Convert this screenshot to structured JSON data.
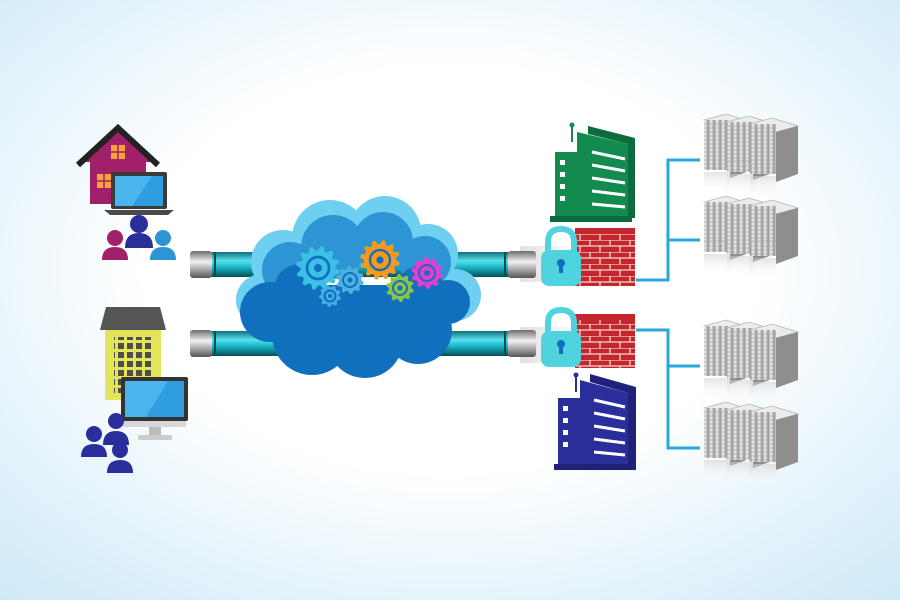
{
  "diagram": {
    "background": {
      "center": "#ffffff",
      "edge": "#cde9f8"
    },
    "colors": {
      "cloud_dark": "#1170bd",
      "cloud_mid": "#2d95d3",
      "cloud_light": "#6fcff0",
      "pipe": "#18b8c9",
      "pipe_dark": "#0b6f7c",
      "connector": "#2aa7dd",
      "wall": "#c4262e",
      "lock": "#4fd3de",
      "hq_building": "#138a4e",
      "branch_building": "#2a2e9a",
      "home": "#a1206a",
      "office_building": "#e2e55a",
      "server": "#c9c9c9"
    },
    "left_sites": [
      {
        "name": "home-user-site",
        "people_colors": [
          "#a1206a",
          "#2a2e9a",
          "#2d95d3"
        ]
      },
      {
        "name": "office-user-site",
        "people_colors": [
          "#2a2e9a",
          "#2a2e9a",
          "#2a2e9a"
        ]
      }
    ],
    "gear_colors": [
      "#3cc0e6",
      "#4fb0e3",
      "#44aee6",
      "#f49a1e",
      "#8bc34a",
      "#e53dd0"
    ],
    "server_racks": 4
  }
}
